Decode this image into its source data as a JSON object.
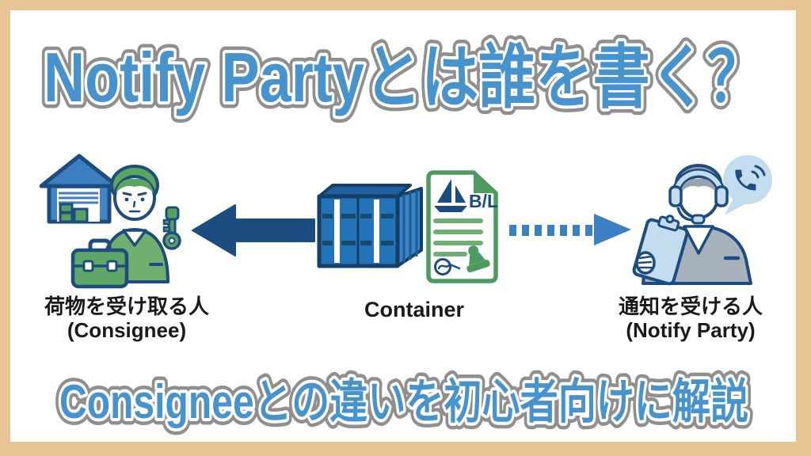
{
  "title": "Notify Partyとは誰を書く？",
  "tagline": "Consigneeとの違いを初心者向けに解説",
  "diagram": {
    "consignee": {
      "label_jp": "荷物を受け取る人",
      "label_en": "(Consignee)"
    },
    "container": {
      "label": "Container"
    },
    "notify_party": {
      "label_jp": "通知を受ける人",
      "label_en": "(Notify Party)"
    },
    "bl_document": {
      "bl_label": "B/L"
    }
  },
  "icons": {
    "warehouse": "warehouse-icon",
    "consignee_person": "consignee-person-icon",
    "key": "key-icon",
    "briefcase": "briefcase-icon",
    "solid_arrow_left": "solid-arrow-left-icon",
    "container": "container-icon",
    "bl_document": "bl-document-icon",
    "sailboat": "sailboat-icon",
    "signature": "signature-icon",
    "stamp": "stamp-icon",
    "dotted_arrow_right": "dotted-arrow-right-icon",
    "operator_person": "operator-person-icon",
    "headset": "headset-icon",
    "clipboard": "clipboard-icon",
    "phone_speech_bubble": "phone-speech-bubble-icon"
  },
  "colors": {
    "frame_tan": "#e8c394",
    "panel_white": "#ffffff",
    "title_blue": "#4793cd",
    "outline_gray": "#8f8f8f",
    "navy": "#1d4d80",
    "arrow_navy": "#1d4d80",
    "arrow_blue": "#3c80c4",
    "green": "#57a05f",
    "green_light": "#6fb06f",
    "doc_green": "#4d9b5f",
    "light_blue": "#c3dcee",
    "person_gray": "#a7b2bd",
    "label_text": "#1a1a1a"
  }
}
